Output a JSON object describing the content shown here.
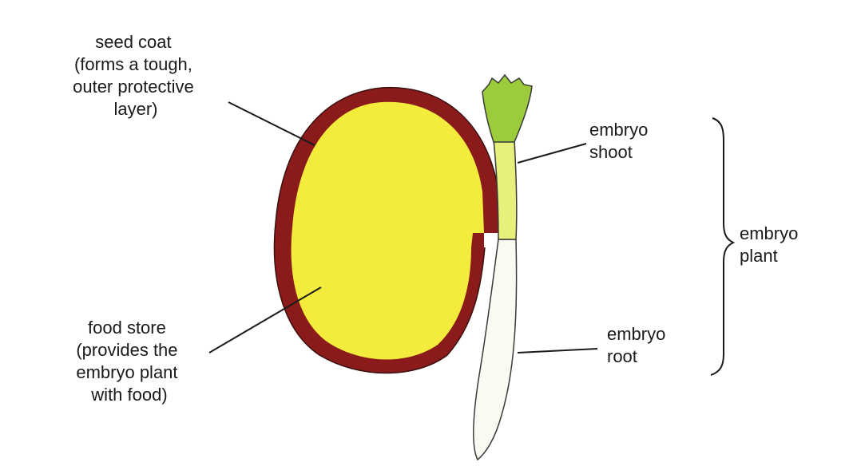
{
  "labels": {
    "seed_coat": [
      "seed coat",
      "(forms a tough,",
      "outer protective",
      "layer)"
    ],
    "food_store": [
      "food store",
      "(provides the",
      "embryo plant",
      "with food)"
    ],
    "embryo_shoot": [
      "embryo",
      "shoot"
    ],
    "embryo_root": [
      "embryo",
      "root"
    ],
    "embryo_plant": [
      "embryo",
      "plant"
    ]
  },
  "colors": {
    "seed_coat": "#8b1a1a",
    "food_store": "#f4ec3c",
    "shoot": "#9ccc3c",
    "stem": "#e6f07a",
    "root": "#fafaf2",
    "outline": "#3a3a3a"
  }
}
